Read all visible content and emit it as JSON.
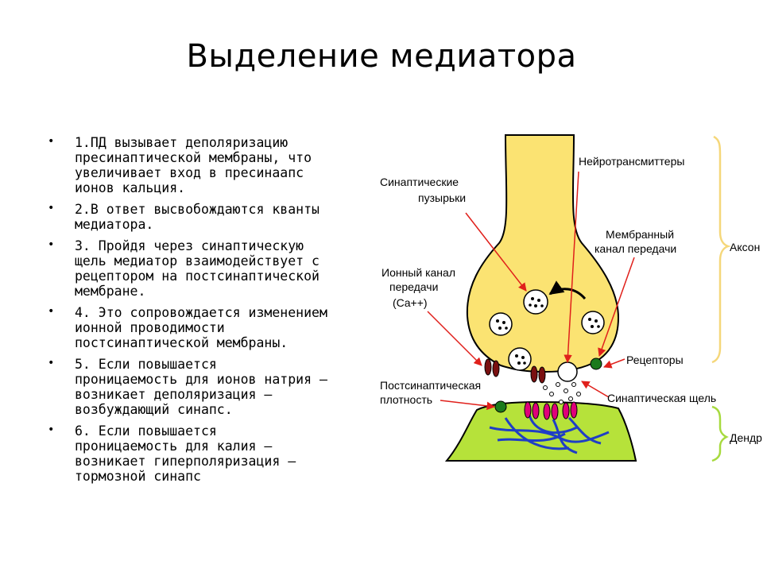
{
  "title": "Выделение медиатора",
  "bullets": [
    {
      "marker": "•",
      "lines": [
        "1.ПД вызывает деполяризацию",
        "пресинаптической мембраны, что",
        "увеличивает вход в пресинаапс",
        "ионов кальция."
      ]
    },
    {
      "marker": "•",
      "lines": [
        "2.В ответ высвобождаются кванты",
        "медиатора."
      ]
    },
    {
      "marker": "•",
      "lines": [
        "3. Пройдя через синаптическую",
        "щель медиатор взаимодействует с",
        "рецептором на постсинаптической",
        "мембране."
      ]
    },
    {
      "marker": "•",
      "lines": [
        "4. Это сопровождается изменением",
        "ионной проводимости",
        "постсинаптической мембраны."
      ]
    },
    {
      "marker": "•",
      "lines": [
        "5. Если повышается",
        "проницаемость для ионов натрия –",
        "возникает деполяризация –",
        "возбуждающий синапс."
      ]
    },
    {
      "marker": "•",
      "lines": [
        "6. Если повышается",
        "проницаемость для калия –",
        "возникает гиперполяризация –",
        "тормозной синапс"
      ]
    }
  ],
  "diagram": {
    "labels": {
      "vesicles_1": "Синаптические",
      "vesicles_2": "пузырьки",
      "neurotransmitters": "Нейротрансмиттеры",
      "membrane_channel_1": "Мембранный",
      "membrane_channel_2": "канал передачи",
      "ion_channel_1": "Ионный канал",
      "ion_channel_2": "передачи",
      "ion_channel_3": "(Ca++)",
      "receptors": "Рецепторы",
      "postsynaptic_density_1": "Постсинаптическая",
      "postsynaptic_density_2": "плотность",
      "synaptic_cleft": "Синаптическая щель",
      "axon": "Аксон",
      "dendrite": "Дендр"
    },
    "colors": {
      "axon_fill": "#fbe372",
      "dendrite_fill": "#b6e23a",
      "arrow": "#e0201b",
      "channel": "#7a1010",
      "receptor": "#e0007a",
      "gate": "#1c7a1c",
      "filaments": "#1f3ec6",
      "brace_axon": "#f5d77a",
      "brace_dendrite": "#a7da3f"
    }
  }
}
